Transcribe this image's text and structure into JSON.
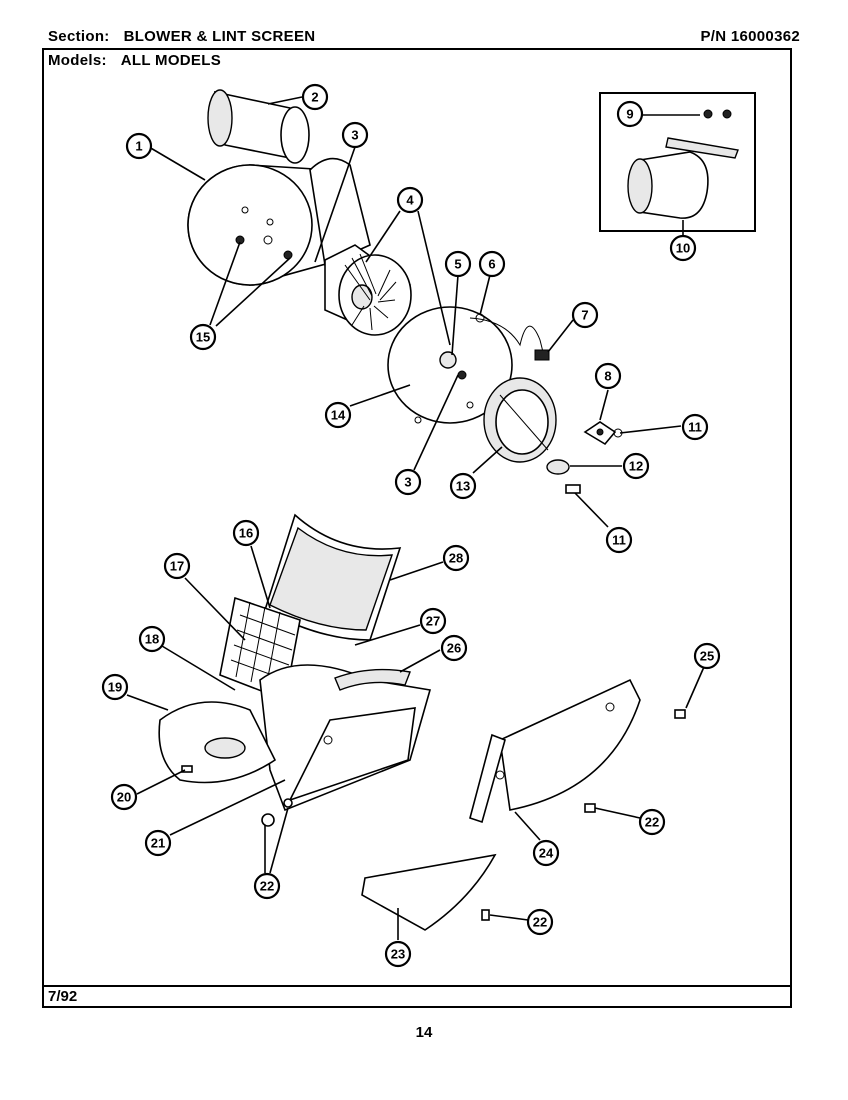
{
  "header": {
    "section_label": "Section:",
    "section_value": "BLOWER & LINT SCREEN",
    "part_number": "P/N 16000362",
    "models_label": "Models:",
    "models_value": "ALL MODELS"
  },
  "footer": {
    "date": "7/92",
    "page_number": "14"
  },
  "callouts": [
    "1",
    "2",
    "3",
    "4",
    "5",
    "6",
    "7",
    "8",
    "9",
    "10",
    "11",
    "12",
    "13",
    "14",
    "15",
    "16",
    "17",
    "18",
    "19",
    "20",
    "21",
    "22",
    "23",
    "24",
    "25",
    "26",
    "27",
    "28"
  ]
}
